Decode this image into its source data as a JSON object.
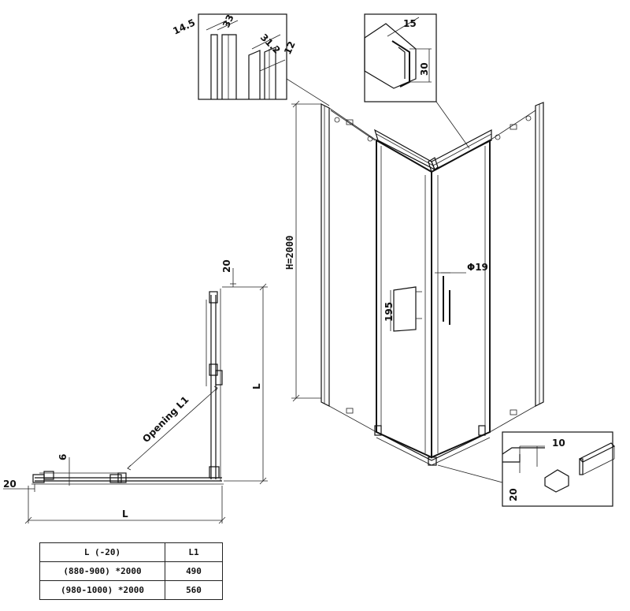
{
  "dimensions": {
    "h_2000": "H=2000",
    "d_19": "Φ19",
    "d_195": "195",
    "d_14_5": "14.5",
    "d_33": "33",
    "d_31_2": "31.2",
    "d_12": "12",
    "d_15": "15",
    "d_30": "30",
    "d_10": "10",
    "d_20_detail": "20",
    "d_20_top": "20",
    "d_L_vertical": "L",
    "d_L_horizontal": "L",
    "d_20_left": "20",
    "d_6": "6",
    "opening": "Opening L1"
  },
  "spec_table": {
    "headers": [
      "L (-20)",
      "L1"
    ],
    "rows": [
      [
        "(880-900) *2000",
        "490"
      ],
      [
        "(980-1000) *2000",
        "560"
      ]
    ]
  }
}
